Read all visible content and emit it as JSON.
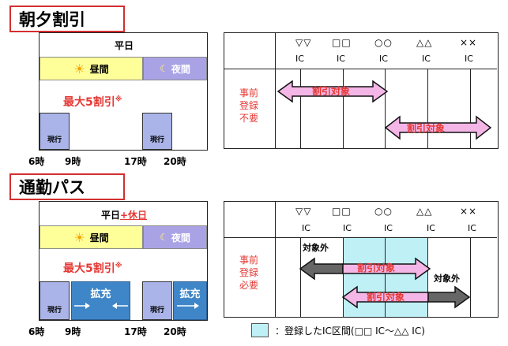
{
  "section1": {
    "title": "朝夕割引",
    "weekday": "平日",
    "day": "昼間",
    "night": "夜間",
    "discount_main": "最大5割引",
    "discount_mark": "※",
    "current": "現行",
    "times": [
      "6時",
      "9時",
      "17時",
      "20時"
    ],
    "ic_symbols": [
      "▽▽",
      "□□",
      "○○",
      "△△",
      "××"
    ],
    "ic_labels": [
      "IC",
      "IC",
      "IC",
      "IC",
      "IC"
    ],
    "reg_lines": [
      "事前",
      "登録",
      "不要"
    ],
    "arrow_label": "割引対象"
  },
  "section2": {
    "title": "通勤パス",
    "weekday_prefix": "平日",
    "weekday_holiday": "+休日",
    "day": "昼間",
    "night": "夜間",
    "discount_main": "最大5割引",
    "discount_mark": "※",
    "current": "現行",
    "extension": "拡充",
    "times": [
      "6時",
      "9時",
      "17時",
      "20時"
    ],
    "ic_symbols": [
      "▽▽",
      "□□",
      "○○",
      "△△",
      "××"
    ],
    "ic_labels": [
      "IC",
      "IC",
      "IC",
      "IC",
      "IC"
    ],
    "reg_lines": [
      "事前",
      "登録",
      "必要"
    ],
    "excluded": "対象外",
    "arrow_label": "割引対象"
  },
  "legend": {
    "text": "：登録したIC区間(□□ IC～△△ IC)"
  },
  "colors": {
    "title_border": "#d32f2f",
    "day_bar": "#ffff99",
    "night_bar": "#a9a3e6",
    "current_box": "#aab4e8",
    "extension": "#3f86c8",
    "arrow_pink": "#f4b6e6",
    "arrow_gray": "#666666",
    "registered": "#bff0f5",
    "discount_text": "#e53935"
  },
  "icons": {
    "sun": "sun-icon",
    "moon": "moon-icon"
  }
}
